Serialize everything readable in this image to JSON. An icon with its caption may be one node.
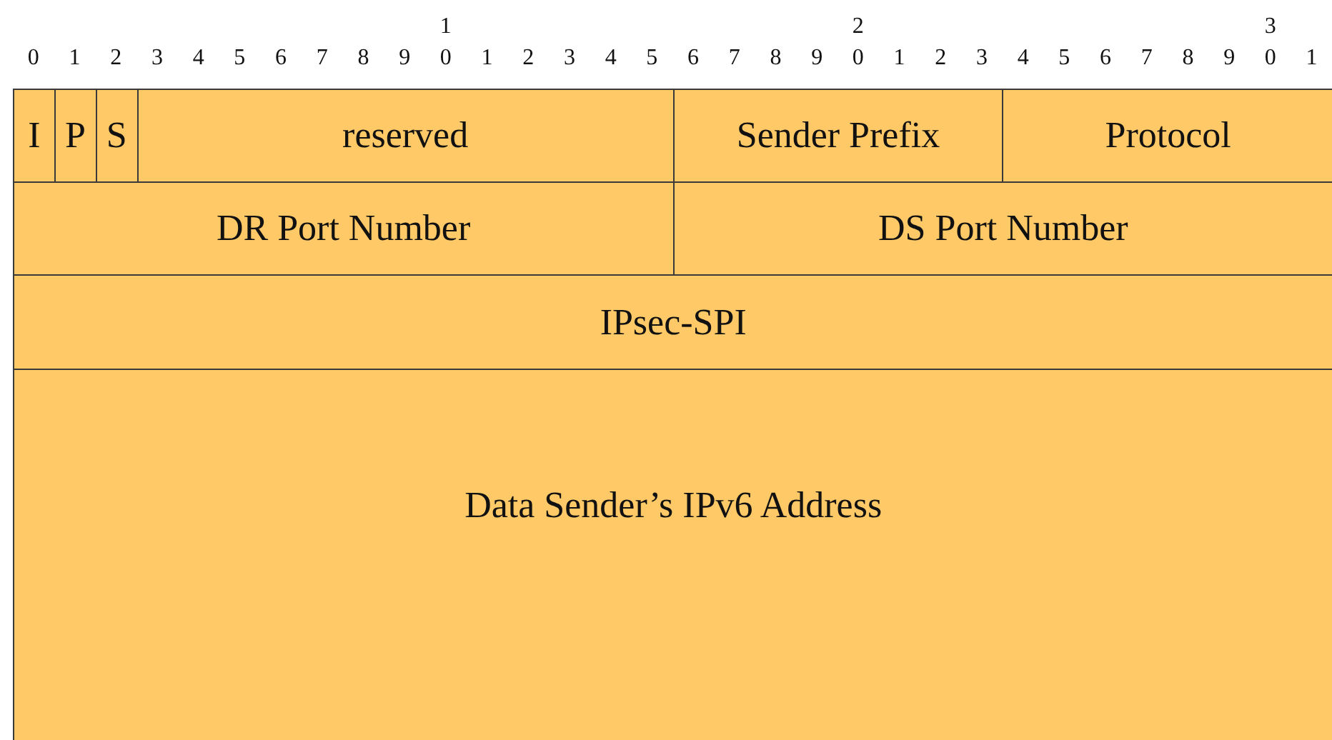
{
  "diagram": {
    "nodes": [
      {
        "text": [
          "I"
        ]
      },
      {
        "text": [
          "P"
        ]
      },
      {
        "text": [
          "S"
        ]
      },
      {
        "text": [
          "reserved"
        ]
      },
      {
        "text": [
          "Sender Prefix"
        ]
      },
      {
        "text": [
          "Protocol"
        ]
      },
      {
        "text": [
          "DR Port Number"
        ]
      },
      {
        "text": [
          "DS Port Number"
        ]
      },
      {
        "text": [
          "IPsec-SPI"
        ]
      },
      {
        "text": [
          "Data Sender’s IPv6 Address"
        ]
      }
    ],
    "labels": [
      "1",
      "2",
      "3",
      "0",
      "1",
      "2",
      "3",
      "4",
      "5",
      "6",
      "7",
      "8",
      "9",
      "0",
      "1",
      "2",
      "3",
      "4",
      "5",
      "6",
      "7",
      "8",
      "9",
      "0",
      "1",
      "2",
      "3",
      "4",
      "5",
      "6",
      "7",
      "8",
      "9",
      "0",
      "1"
    ]
  }
}
